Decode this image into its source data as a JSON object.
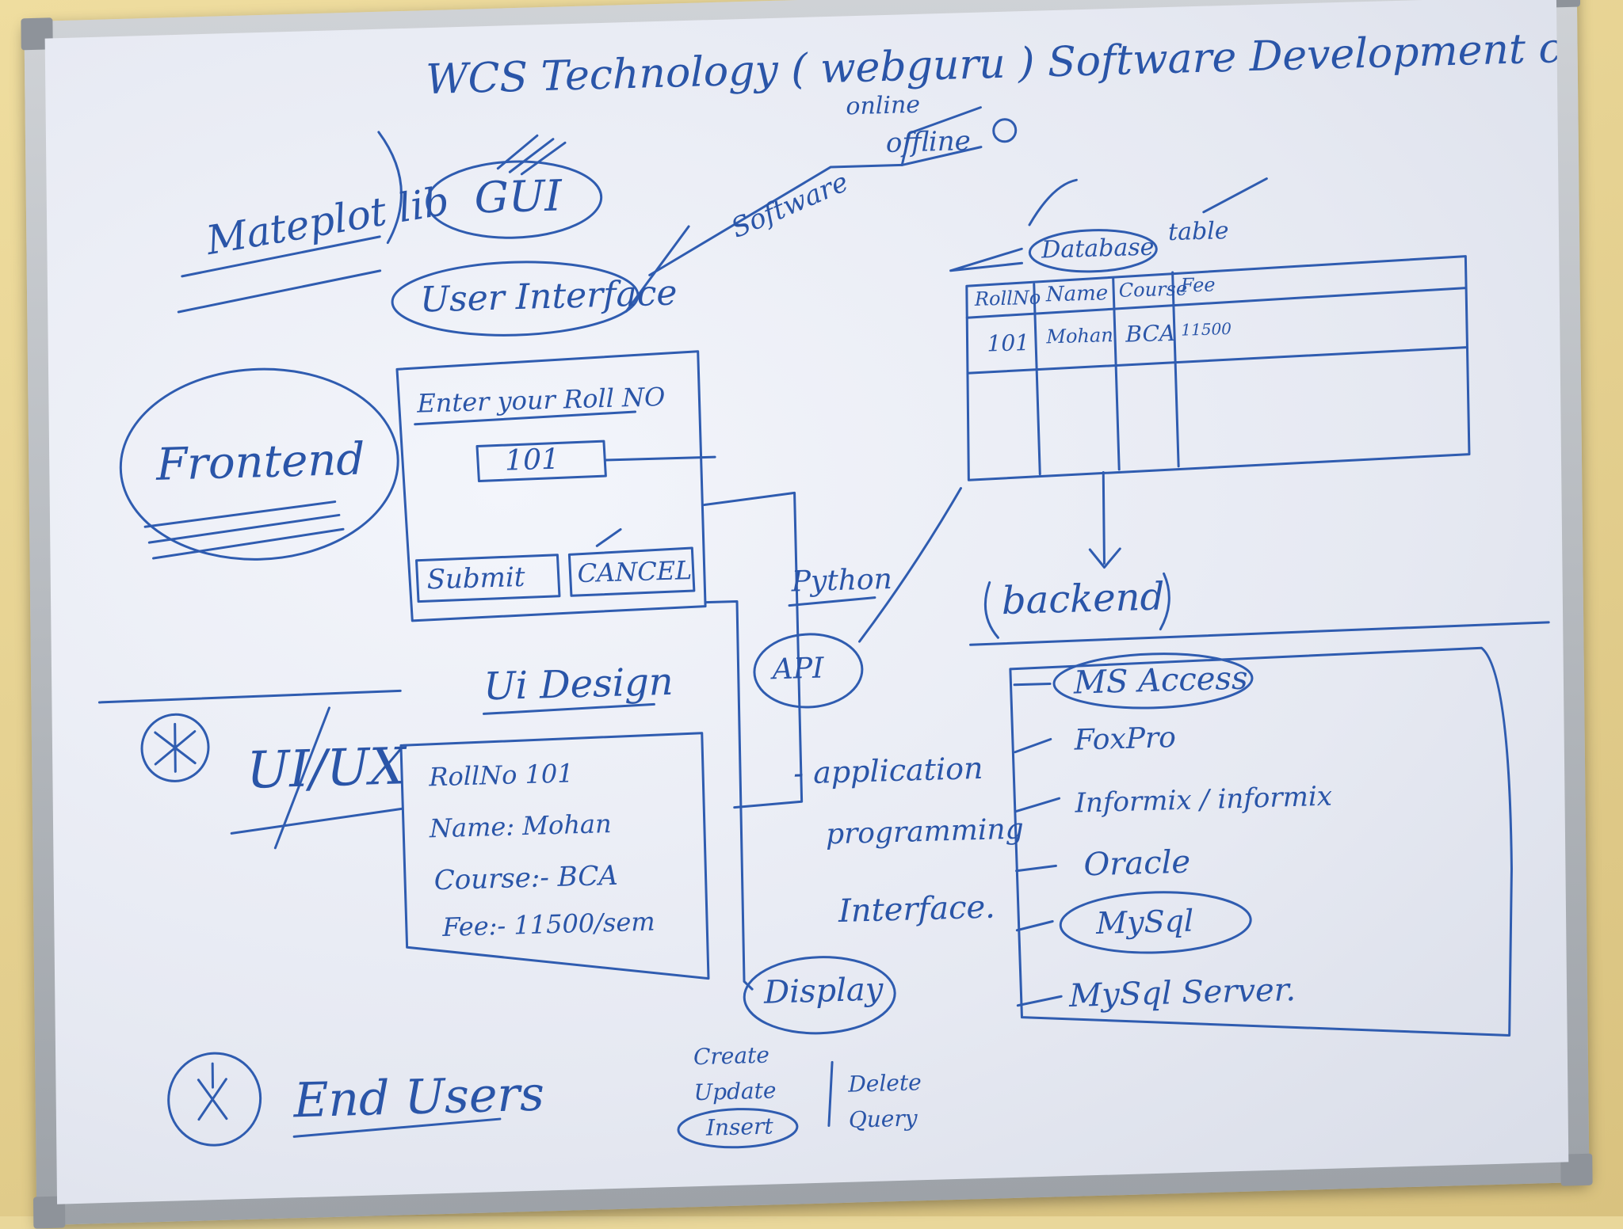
{
  "title": "WCS Technology ( webguru ) Software Development class.",
  "online": "online",
  "offline": "offline",
  "software": "Software",
  "mateplotlib": "Mateplot lib",
  "gui": "GUI",
  "user_interface": "User Interface",
  "frontend": "Frontend",
  "form": {
    "label": "Enter your Roll NO",
    "value": "101",
    "submit": "Submit",
    "cancel": "CANCEL"
  },
  "ui_design": "Ui Design",
  "uiux": "UI/UX",
  "result": {
    "roll": "RollNo 101",
    "name": "Name: Mohan",
    "course": "Course:- BCA",
    "fee": "Fee:- 11500/sem"
  },
  "display": "Display",
  "crud": {
    "create": "Create",
    "update": "Update",
    "insert": "Insert",
    "delete": "Delete",
    "query": "Query"
  },
  "end_users": "End Users",
  "python": "Python",
  "api": "API",
  "api_expansion": [
    "- application",
    "programming",
    "Interface."
  ],
  "database": "Database",
  "table_word": "table",
  "table": {
    "headers": [
      "RollNo",
      "Name",
      "Course",
      "Fee"
    ],
    "rows": [
      [
        "101",
        "Mohan",
        "BCA",
        "11500"
      ]
    ]
  },
  "backend": "backend",
  "db_list": [
    "MS Access",
    "FoxPro",
    "Informix / informix",
    "Oracle",
    "MySql",
    "MySql Server."
  ],
  "ink_color": "#2a55a8"
}
